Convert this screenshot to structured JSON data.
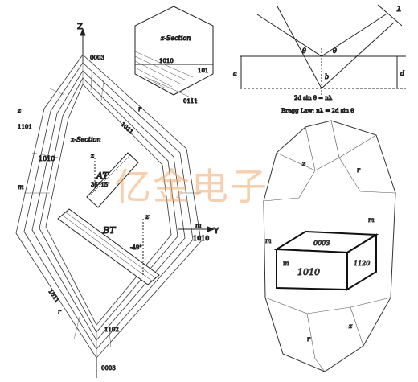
{
  "watermark": {
    "text": "亿金电子",
    "color": "#f0a868"
  },
  "zsection": {
    "title": "x-Section",
    "axis_z": "Z",
    "axis_y": "Y",
    "labels": {
      "code_0003_top": "0003",
      "code_0003_bottom": "0003",
      "code_1010_left": "1010",
      "code_1010_right": "1010",
      "code_1011_top": "1011",
      "code_1011_bottom": "1011",
      "code_1101": "1101",
      "code_1102": "1102",
      "m_left": "m",
      "m_right": "m",
      "r_left": "r",
      "r_right": "r",
      "z_mark": "z"
    }
  },
  "plates": {
    "at_label": "AT",
    "bt_label": "BT",
    "angle_at": "35°15'",
    "angle_bt": "-49°",
    "z_small": "z"
  },
  "top_section": {
    "title": "z-Section",
    "code_a": "1010",
    "code_b": "10̄1",
    "code_c": "0111"
  },
  "bragg": {
    "caption": "Bragg Law: nλ = 2d sin θ",
    "theta": "θ",
    "theta2": "θ",
    "d_label": "d",
    "a_label": "a",
    "b_label": "b",
    "path": "2d sin θ = nλ",
    "wave": "λ"
  },
  "crystal": {
    "top_face": "0003",
    "front_face": "1010",
    "side_face": "1120",
    "m_left": "m",
    "m_front": "m",
    "r_top": "r",
    "z_top": "z",
    "r_bottom": "r",
    "z_bottom": "z"
  }
}
